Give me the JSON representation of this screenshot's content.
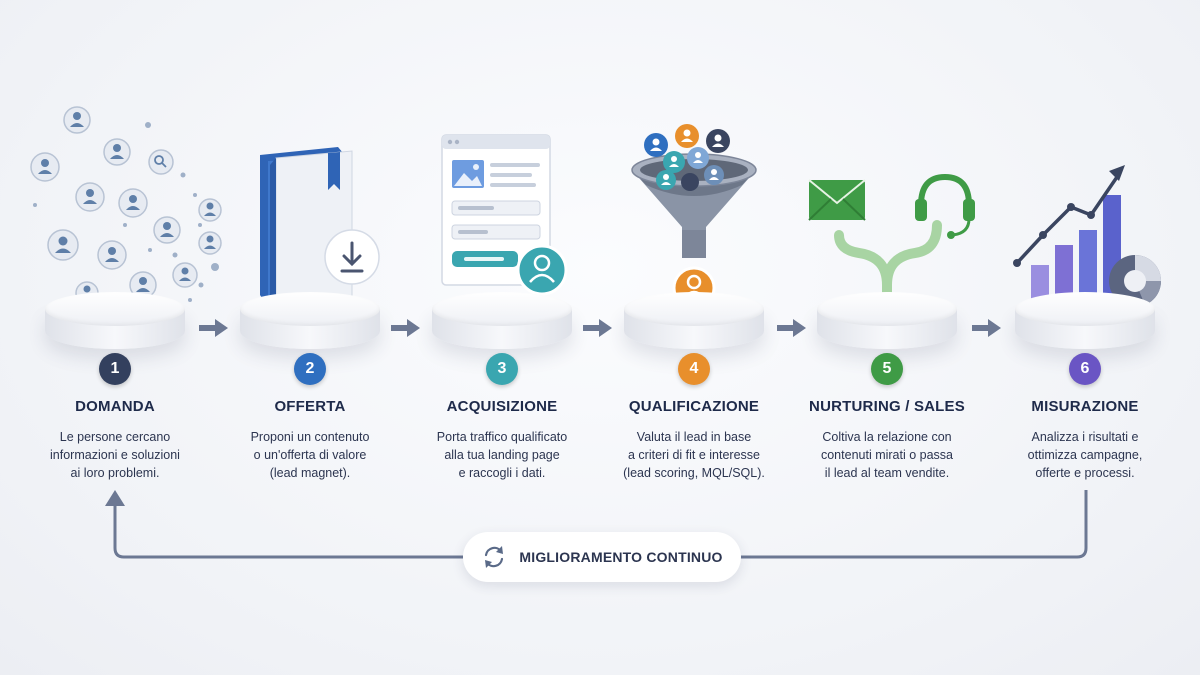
{
  "steps": [
    {
      "number": "1",
      "title": "DOMANDA",
      "description": "Le persone cercano\ninformazioni e soluzioni\nai loro problemi.",
      "color": "#33405e",
      "icon": "people-search-cloud-icon"
    },
    {
      "number": "2",
      "title": "OFFERTA",
      "description": "Proponi un contenuto\no un'offerta di valore\n(lead magnet).",
      "color": "#2f6fc0",
      "icon": "book-download-icon"
    },
    {
      "number": "3",
      "title": "ACQUISIZIONE",
      "description": "Porta traffico qualificato\nalla tua landing page\ne raccogli i dati.",
      "color": "#3aa6b0",
      "icon": "landing-page-form-icon"
    },
    {
      "number": "4",
      "title": "QUALIFICAZIONE",
      "description": "Valuta il lead in base\na criteri di fit e interesse\n(lead scoring, MQL/SQL).",
      "color": "#e88f2c",
      "icon": "funnel-icon"
    },
    {
      "number": "5",
      "title": "NURTURING / SALES",
      "description": "Coltiva la relazione con\ncontenuti mirati o passa\nil lead al team vendite.",
      "color": "#3f9b46",
      "icon": "email-headset-merge-icon"
    },
    {
      "number": "6",
      "title": "MISURAZIONE",
      "description": "Analizza i risultati e\nottimizza campagne,\nofferte e processi.",
      "color": "#6a55c4",
      "icon": "bar-chart-growth-icon"
    }
  ],
  "loop": {
    "label": "MIGLIORAMENTO CONTINUO",
    "icon": "refresh-cycle-icon",
    "color": "#5a6a88"
  }
}
